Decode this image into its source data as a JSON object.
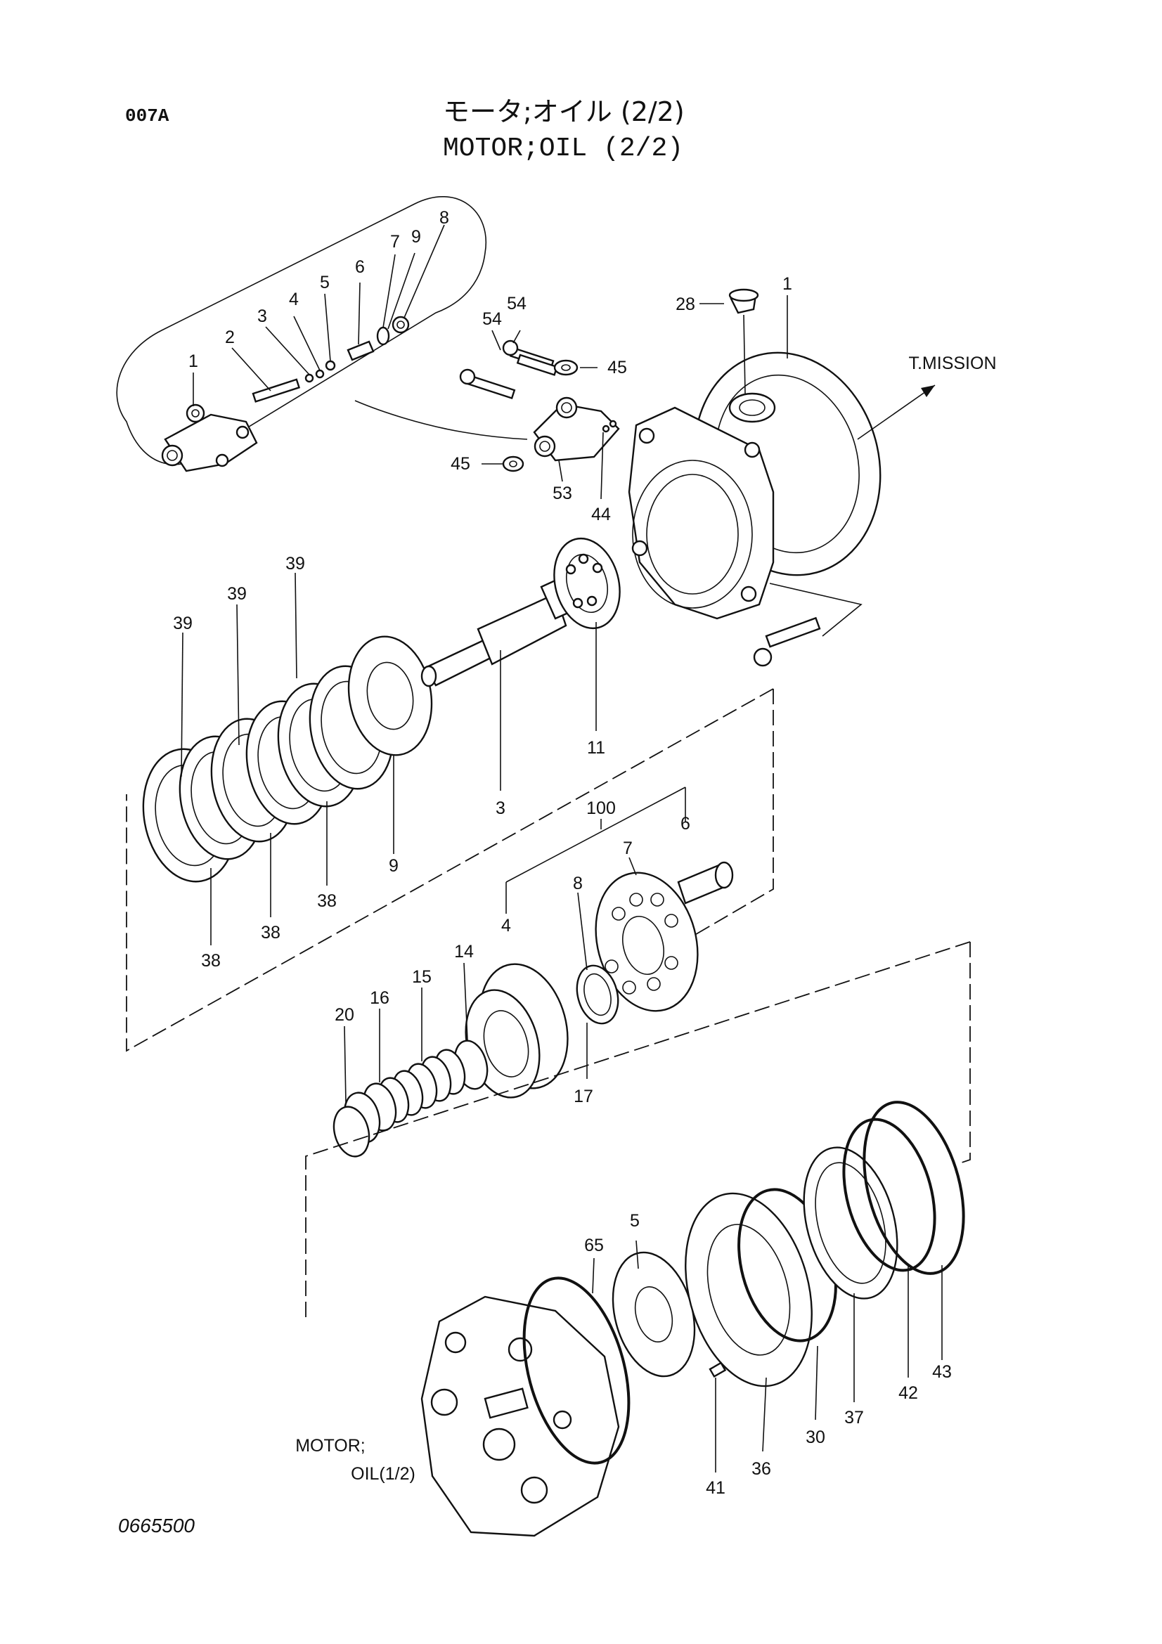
{
  "header": {
    "page_code": "007A",
    "title_jp": "モータ;オイル (2/2)",
    "title_en": "MOTOR;OIL (2/2)"
  },
  "footer": {
    "drawing_number": "0665500"
  },
  "annotations": {
    "transmission_arrow": "T.MISSION",
    "motor_ref_line1": "MOTOR;",
    "motor_ref_line2": "OIL(1/2)"
  },
  "callouts": {
    "inset_1": "1",
    "inset_2": "2",
    "inset_3": "3",
    "inset_4": "4",
    "inset_5": "5",
    "inset_6": "6",
    "inset_7": "7",
    "inset_9": "9",
    "inset_8": "8",
    "valve_54a": "54",
    "valve_54b": "54",
    "valve_45a": "45",
    "valve_45b": "45",
    "valve_53": "53",
    "valve_44": "44",
    "housing_28": "28",
    "housing_1": "1",
    "plate_39a": "39",
    "plate_39b": "39",
    "plate_39c": "39",
    "plate_38a": "38",
    "plate_38b": "38",
    "plate_38c": "38",
    "washer_9": "9",
    "shaft_3": "3",
    "bearing_11": "11",
    "group_100": "100",
    "pin_6": "6",
    "plate_7": "7",
    "ring_8": "8",
    "piston_4": "4",
    "ring_14": "14",
    "spring_15": "15",
    "ring_16": "16",
    "clip_20": "20",
    "ring_17": "17",
    "oring_65": "65",
    "plate_5": "5",
    "piston_36": "36",
    "oring_30": "30",
    "seal_37": "37",
    "ring_42": "42",
    "oring_43": "43",
    "pin_41": "41"
  }
}
